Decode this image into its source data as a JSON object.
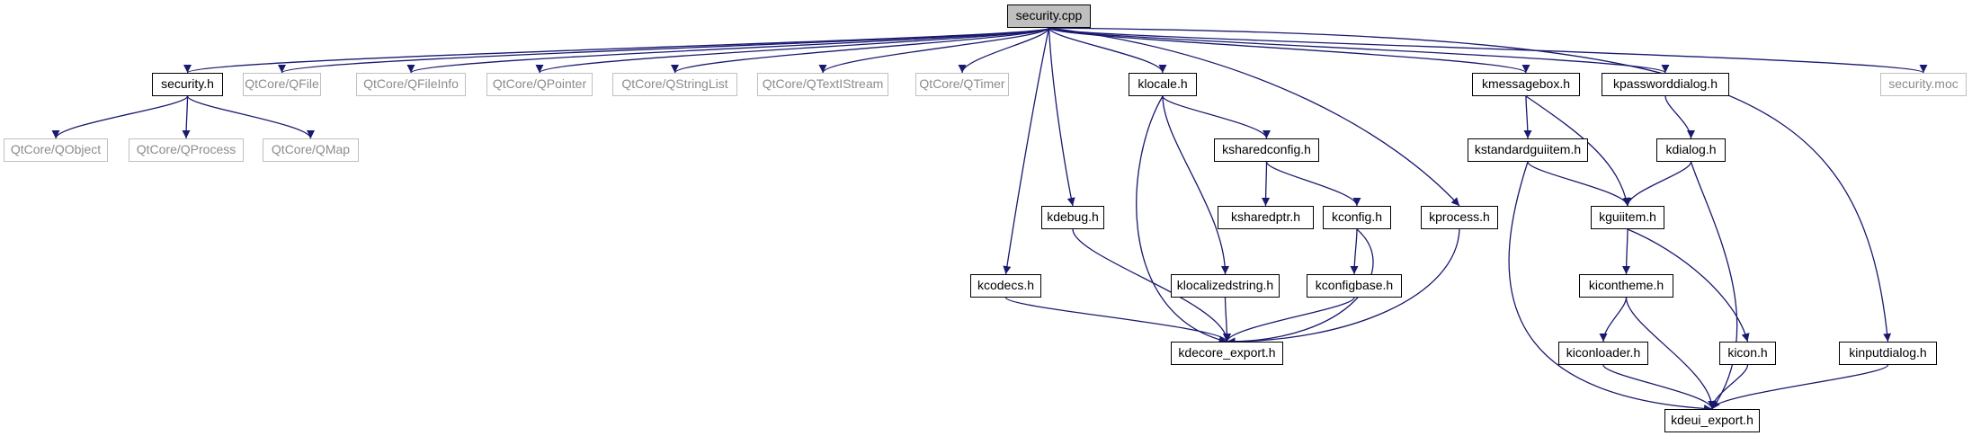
{
  "colors": {
    "edge": "#191970",
    "border": "#000000",
    "external_border": "#bfbfbf",
    "external_text": "#8c8c8c",
    "root_fill": "#bfbfbf"
  },
  "nodes": {
    "security_cpp": {
      "label": "security.cpp",
      "kind": "root"
    },
    "security_h": {
      "label": "security.h",
      "kind": "local"
    },
    "qfile": {
      "label": "QtCore/QFile",
      "kind": "external"
    },
    "qfileinfo": {
      "label": "QtCore/QFileInfo",
      "kind": "external"
    },
    "qpointer": {
      "label": "QtCore/QPointer",
      "kind": "external"
    },
    "qstringlist": {
      "label": "QtCore/QStringList",
      "kind": "external"
    },
    "qtextistream": {
      "label": "QtCore/QTextIStream",
      "kind": "external"
    },
    "qtimer": {
      "label": "QtCore/QTimer",
      "kind": "external"
    },
    "klocale": {
      "label": "klocale.h",
      "kind": "local"
    },
    "kmessagebox": {
      "label": "kmessagebox.h",
      "kind": "local"
    },
    "kpassworddialog": {
      "label": "kpassworddialog.h",
      "kind": "local"
    },
    "security_moc": {
      "label": "security.moc",
      "kind": "external"
    },
    "qobject": {
      "label": "QtCore/QObject",
      "kind": "external"
    },
    "qprocess": {
      "label": "QtCore/QProcess",
      "kind": "external"
    },
    "qmap": {
      "label": "QtCore/QMap",
      "kind": "external"
    },
    "ksharedconfig": {
      "label": "ksharedconfig.h",
      "kind": "local"
    },
    "kstandardguiitem": {
      "label": "kstandardguiitem.h",
      "kind": "local"
    },
    "kdialog": {
      "label": "kdialog.h",
      "kind": "local"
    },
    "kdebug": {
      "label": "kdebug.h",
      "kind": "local"
    },
    "ksharedptr": {
      "label": "ksharedptr.h",
      "kind": "local"
    },
    "kconfig": {
      "label": "kconfig.h",
      "kind": "local"
    },
    "kprocess": {
      "label": "kprocess.h",
      "kind": "local"
    },
    "kguiitem": {
      "label": "kguiitem.h",
      "kind": "local"
    },
    "kcodecs": {
      "label": "kcodecs.h",
      "kind": "local"
    },
    "klocalizedstring": {
      "label": "klocalizedstring.h",
      "kind": "local"
    },
    "kconfigbase": {
      "label": "kconfigbase.h",
      "kind": "local"
    },
    "kicontheme": {
      "label": "kicontheme.h",
      "kind": "local"
    },
    "kdecore_export": {
      "label": "kdecore_export.h",
      "kind": "local"
    },
    "kiconloader": {
      "label": "kiconloader.h",
      "kind": "local"
    },
    "kicon": {
      "label": "kicon.h",
      "kind": "local"
    },
    "kinputdialog": {
      "label": "kinputdialog.h",
      "kind": "local"
    },
    "kdeui_export": {
      "label": "kdeui_export.h",
      "kind": "local"
    }
  },
  "edges": [
    [
      "security_cpp",
      "security_h"
    ],
    [
      "security_cpp",
      "qfile"
    ],
    [
      "security_cpp",
      "qfileinfo"
    ],
    [
      "security_cpp",
      "qpointer"
    ],
    [
      "security_cpp",
      "qstringlist"
    ],
    [
      "security_cpp",
      "qtextistream"
    ],
    [
      "security_cpp",
      "qtimer"
    ],
    [
      "security_cpp",
      "kcodecs"
    ],
    [
      "security_cpp",
      "kdebug"
    ],
    [
      "security_cpp",
      "klocale"
    ],
    [
      "security_cpp",
      "kprocess"
    ],
    [
      "security_cpp",
      "kmessagebox"
    ],
    [
      "security_cpp",
      "kpassworddialog"
    ],
    [
      "security_cpp",
      "kinputdialog"
    ],
    [
      "security_cpp",
      "security_moc"
    ],
    [
      "security_h",
      "qobject"
    ],
    [
      "security_h",
      "qprocess"
    ],
    [
      "security_h",
      "qmap"
    ],
    [
      "klocale",
      "ksharedconfig"
    ],
    [
      "klocale",
      "klocalizedstring"
    ],
    [
      "klocale",
      "kdecore_export"
    ],
    [
      "ksharedconfig",
      "ksharedptr"
    ],
    [
      "ksharedconfig",
      "kconfig"
    ],
    [
      "kconfig",
      "kconfigbase"
    ],
    [
      "kconfig",
      "kdecore_export"
    ],
    [
      "kconfigbase",
      "kdecore_export"
    ],
    [
      "klocalizedstring",
      "kdecore_export"
    ],
    [
      "kdebug",
      "kdecore_export"
    ],
    [
      "kcodecs",
      "kdecore_export"
    ],
    [
      "kprocess",
      "kdecore_export"
    ],
    [
      "kmessagebox",
      "kstandardguiitem"
    ],
    [
      "kmessagebox",
      "kguiitem"
    ],
    [
      "kstandardguiitem",
      "kguiitem"
    ],
    [
      "kstandardguiitem",
      "kdeui_export"
    ],
    [
      "kpassworddialog",
      "kdialog"
    ],
    [
      "kdialog",
      "kguiitem"
    ],
    [
      "kdialog",
      "kdeui_export"
    ],
    [
      "kguiitem",
      "kicontheme"
    ],
    [
      "kguiitem",
      "kicon"
    ],
    [
      "kicontheme",
      "kiconloader"
    ],
    [
      "kicontheme",
      "kdeui_export"
    ],
    [
      "kiconloader",
      "kdeui_export"
    ],
    [
      "kicon",
      "kdeui_export"
    ],
    [
      "kinputdialog",
      "kdeui_export"
    ]
  ]
}
